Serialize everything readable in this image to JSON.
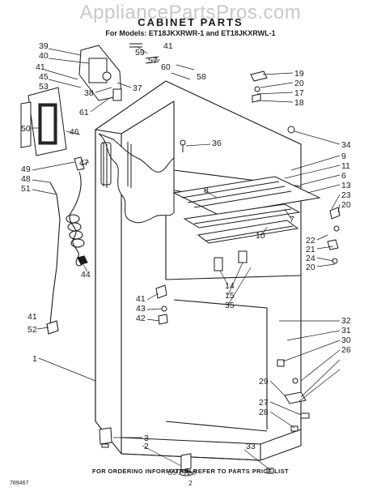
{
  "header": {
    "watermark": "AppliancePartsPros.com",
    "title": "CABINET PARTS",
    "models": "For Models: ET18JKXRWR-1 and ET18JKXRWL-1"
  },
  "callouts": [
    {
      "id": "39",
      "label": "39"
    },
    {
      "id": "40",
      "label": "40"
    },
    {
      "id": "41a",
      "label": "41"
    },
    {
      "id": "45",
      "label": "45"
    },
    {
      "id": "53",
      "label": "53"
    },
    {
      "id": "38",
      "label": "38"
    },
    {
      "id": "37",
      "label": "37"
    },
    {
      "id": "59",
      "label": "59"
    },
    {
      "id": "41b",
      "label": "41"
    },
    {
      "id": "57",
      "label": "57"
    },
    {
      "id": "60",
      "label": "60"
    },
    {
      "id": "58",
      "label": "58"
    },
    {
      "id": "61",
      "label": "61"
    },
    {
      "id": "50",
      "label": "50"
    },
    {
      "id": "46",
      "label": "46"
    },
    {
      "id": "47",
      "label": "47"
    },
    {
      "id": "49",
      "label": "49"
    },
    {
      "id": "48",
      "label": "48"
    },
    {
      "id": "51",
      "label": "51"
    },
    {
      "id": "44",
      "label": "44"
    },
    {
      "id": "41c",
      "label": "41"
    },
    {
      "id": "52",
      "label": "52"
    },
    {
      "id": "1",
      "label": "1"
    },
    {
      "id": "19",
      "label": "19"
    },
    {
      "id": "20a",
      "label": "20"
    },
    {
      "id": "17",
      "label": "17"
    },
    {
      "id": "18",
      "label": "18"
    },
    {
      "id": "36",
      "label": "36"
    },
    {
      "id": "34",
      "label": "34"
    },
    {
      "id": "9",
      "label": "9"
    },
    {
      "id": "11",
      "label": "11"
    },
    {
      "id": "6",
      "label": "6"
    },
    {
      "id": "13",
      "label": "13"
    },
    {
      "id": "23",
      "label": "23"
    },
    {
      "id": "20b",
      "label": "20"
    },
    {
      "id": "8",
      "label": "8"
    },
    {
      "id": "7",
      "label": "7"
    },
    {
      "id": "10",
      "label": "10"
    },
    {
      "id": "22",
      "label": "22"
    },
    {
      "id": "21",
      "label": "21"
    },
    {
      "id": "24",
      "label": "24"
    },
    {
      "id": "20c",
      "label": "20"
    },
    {
      "id": "14",
      "label": "14"
    },
    {
      "id": "15",
      "label": "15"
    },
    {
      "id": "35",
      "label": "35"
    },
    {
      "id": "41d",
      "label": "41"
    },
    {
      "id": "43",
      "label": "43"
    },
    {
      "id": "42",
      "label": "42"
    },
    {
      "id": "32",
      "label": "32"
    },
    {
      "id": "31",
      "label": "31"
    },
    {
      "id": "30",
      "label": "30"
    },
    {
      "id": "26",
      "label": "26"
    },
    {
      "id": "29",
      "label": "29"
    },
    {
      "id": "27",
      "label": "27"
    },
    {
      "id": "28",
      "label": "28"
    },
    {
      "id": "3",
      "label": "3"
    },
    {
      "id": "2",
      "label": "2"
    },
    {
      "id": "33",
      "label": "33"
    }
  ],
  "footer": {
    "ordering_note": "FOR ORDERING INFORMATION REFER TO PARTS PRICE LIST",
    "page_number": "2",
    "doc_code": "789467",
    "handwritten_note": "597-A-9"
  }
}
